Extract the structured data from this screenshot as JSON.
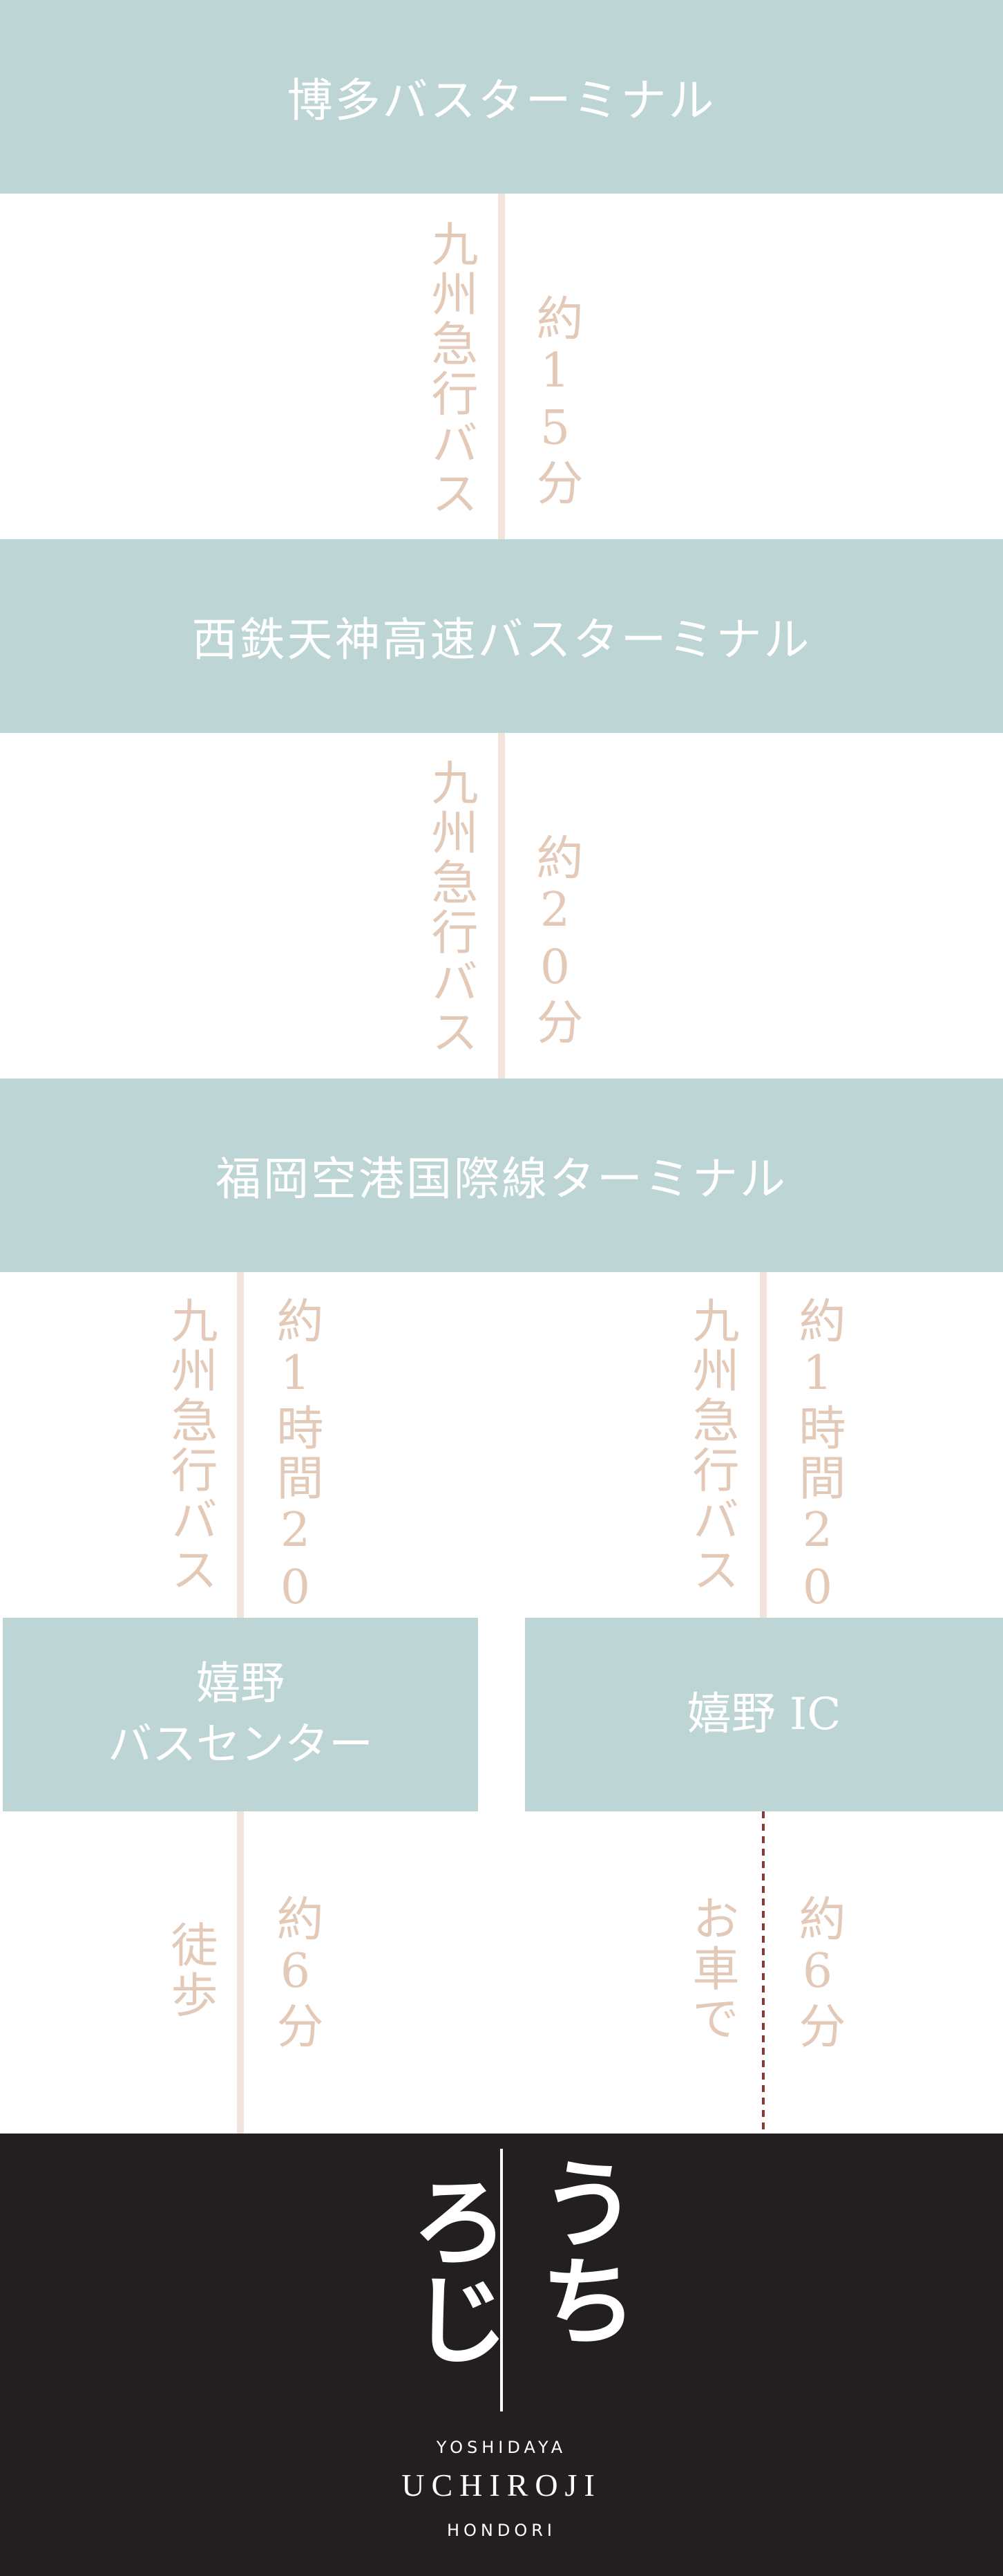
{
  "stations": {
    "hakata": "博多バスターミナル",
    "tenjin": "西鉄天神高速バスターミナル",
    "airport": "福岡空港国際線ターミナル",
    "ureshino_bus_line1": "嬉野",
    "ureshino_bus_line2": "バスセンター",
    "ureshino_ic": "嬉野 IC"
  },
  "segments": {
    "hakata_tenjin": {
      "mode": "九州急行バス",
      "time": "約15分"
    },
    "tenjin_airport": {
      "mode": "九州急行バス",
      "time": "約20分"
    },
    "airport_bus_center": {
      "mode": "九州急行バス",
      "time": "約1時間20分"
    },
    "airport_ic": {
      "mode": "九州急行バス",
      "time": "約1時間20分"
    },
    "bus_center_dest": {
      "mode": "徒歩",
      "time": "約6分"
    },
    "ic_dest": {
      "mode": "お車で",
      "time": "約6分"
    }
  },
  "logo": {
    "glyph_right": "うち",
    "glyph_left": "ろじ",
    "line1": "YOSHIDAYA",
    "line2": "UCHIROJI",
    "line3": "HONDORI"
  },
  "colors": {
    "station_box": "#bed5d5",
    "connector_line": "#f2e3dc",
    "connector_text": "#e3cab8",
    "dashed_line": "#8a3a36",
    "logo_background": "#231f20"
  }
}
